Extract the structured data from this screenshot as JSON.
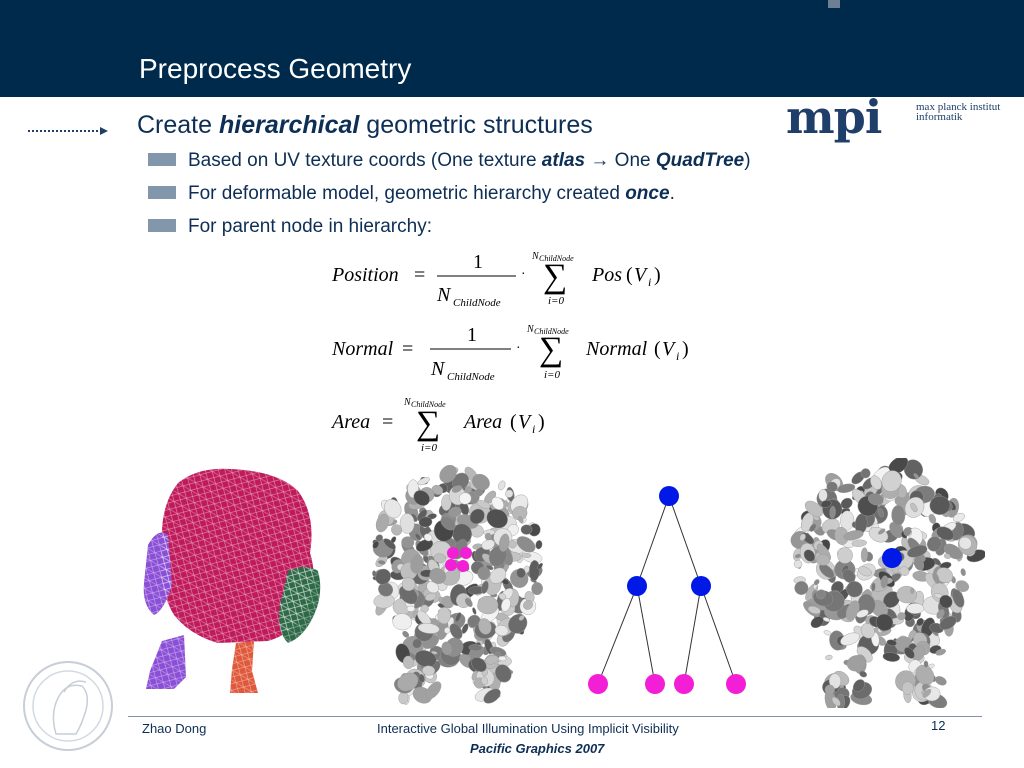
{
  "slide": {
    "title": "Preprocess Geometry",
    "logo": {
      "word": "mpi",
      "line1": "max planck institut",
      "line2": "informatik"
    },
    "bullet_main": {
      "pre": "Create ",
      "bold": "hierarchical",
      "post": " geometric structures"
    },
    "sub_bullets": [
      {
        "pre": "Based on UV texture coords (One texture ",
        "b1": "atlas",
        "arrow": "→",
        "mid": " One ",
        "b2": "QuadTree",
        "post": ")"
      },
      {
        "pre": "For deformable model, geometric hierarchy created ",
        "b1": "once",
        "post": "."
      },
      {
        "pre": "For parent node in hierarchy:"
      }
    ],
    "equations": {
      "position": {
        "lhs": "Position",
        "num": "1",
        "den_N": "N",
        "den_sub": "ChildNode",
        "sum_top_N": "N",
        "sum_top_sub": "ChildNode",
        "sum_bot": "i=0",
        "func": "Pos",
        "var": "V",
        "idx": "i"
      },
      "normal": {
        "lhs": "Normal",
        "num": "1",
        "den_N": "N",
        "den_sub": "ChildNode",
        "sum_top_N": "N",
        "sum_top_sub": "ChildNode",
        "sum_bot": "i=0",
        "func": "Normal",
        "var": "V",
        "idx": "i"
      },
      "area": {
        "lhs": "Area",
        "sum_top_N": "N",
        "sum_top_sub": "ChildNode",
        "sum_bot": "i=0",
        "func": "Area",
        "var": "V",
        "idx": "i"
      }
    },
    "footer": {
      "author": "Zhao Dong",
      "talk_title": "Interactive Global Illumination Using Implicit Visibility",
      "conference": "Pacific Graphics 2007",
      "page": "12"
    }
  },
  "colors": {
    "title_bar": "#002a4c",
    "text": "#0d2e55",
    "bullet_square": "#8296ac",
    "tree_node_blue": "#0019e6",
    "tree_leaf_magenta": "#f21fd6",
    "mesh_crimson": "#c01a5b",
    "mesh_green": "#2e6a47",
    "mesh_purple": "#8a4fd6",
    "mesh_orange": "#e0583a"
  }
}
